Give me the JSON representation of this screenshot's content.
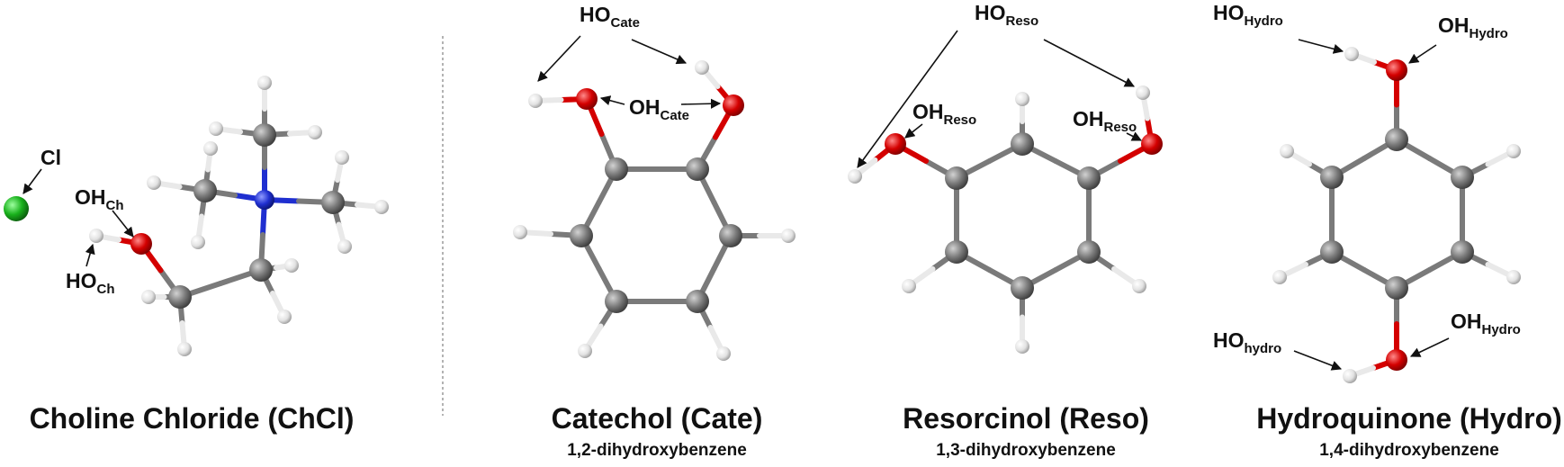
{
  "colors": {
    "carbon": "#7a7a7a",
    "hydrogen": "#e9e9e9",
    "oxygen": "#d40000",
    "nitrogen": "#1f2fd0",
    "chlorine": "#19b11c",
    "bond": "#8a8a8a",
    "separator": "#9a9a9a"
  },
  "chcl": {
    "title": "Choline Chloride (ChCl)",
    "label_cl": "Cl",
    "label_oh": "OH",
    "label_oh_sub": "Ch",
    "label_ho": "HO",
    "label_ho_sub": "Ch"
  },
  "cate": {
    "title": "Catechol (Cate)",
    "subtitle": "1,2-dihydroxybenzene",
    "label_ho": "HO",
    "label_ho_sub": "Cate",
    "label_oh": "OH",
    "label_oh_sub": "Cate"
  },
  "reso": {
    "title": "Resorcinol (Reso)",
    "subtitle": "1,3-dihydroxybenzene",
    "label_ho": "HO",
    "label_ho_sub": "Reso",
    "label_oh_left": "OH",
    "label_oh_left_sub": "Reso",
    "label_oh_right": "OH",
    "label_oh_right_sub": "Reso"
  },
  "hydro": {
    "title": "Hydroquinone (Hydro)",
    "subtitle": "1,4-dihydroxybenzene",
    "label_ho_top": "HO",
    "label_ho_top_sub": "Hydro",
    "label_oh_top": "OH",
    "label_oh_top_sub": "Hydro",
    "label_ho_bottom": "HO",
    "label_ho_bottom_sub": "hydro",
    "label_oh_bottom": "OH",
    "label_oh_bottom_sub": "Hydro"
  }
}
